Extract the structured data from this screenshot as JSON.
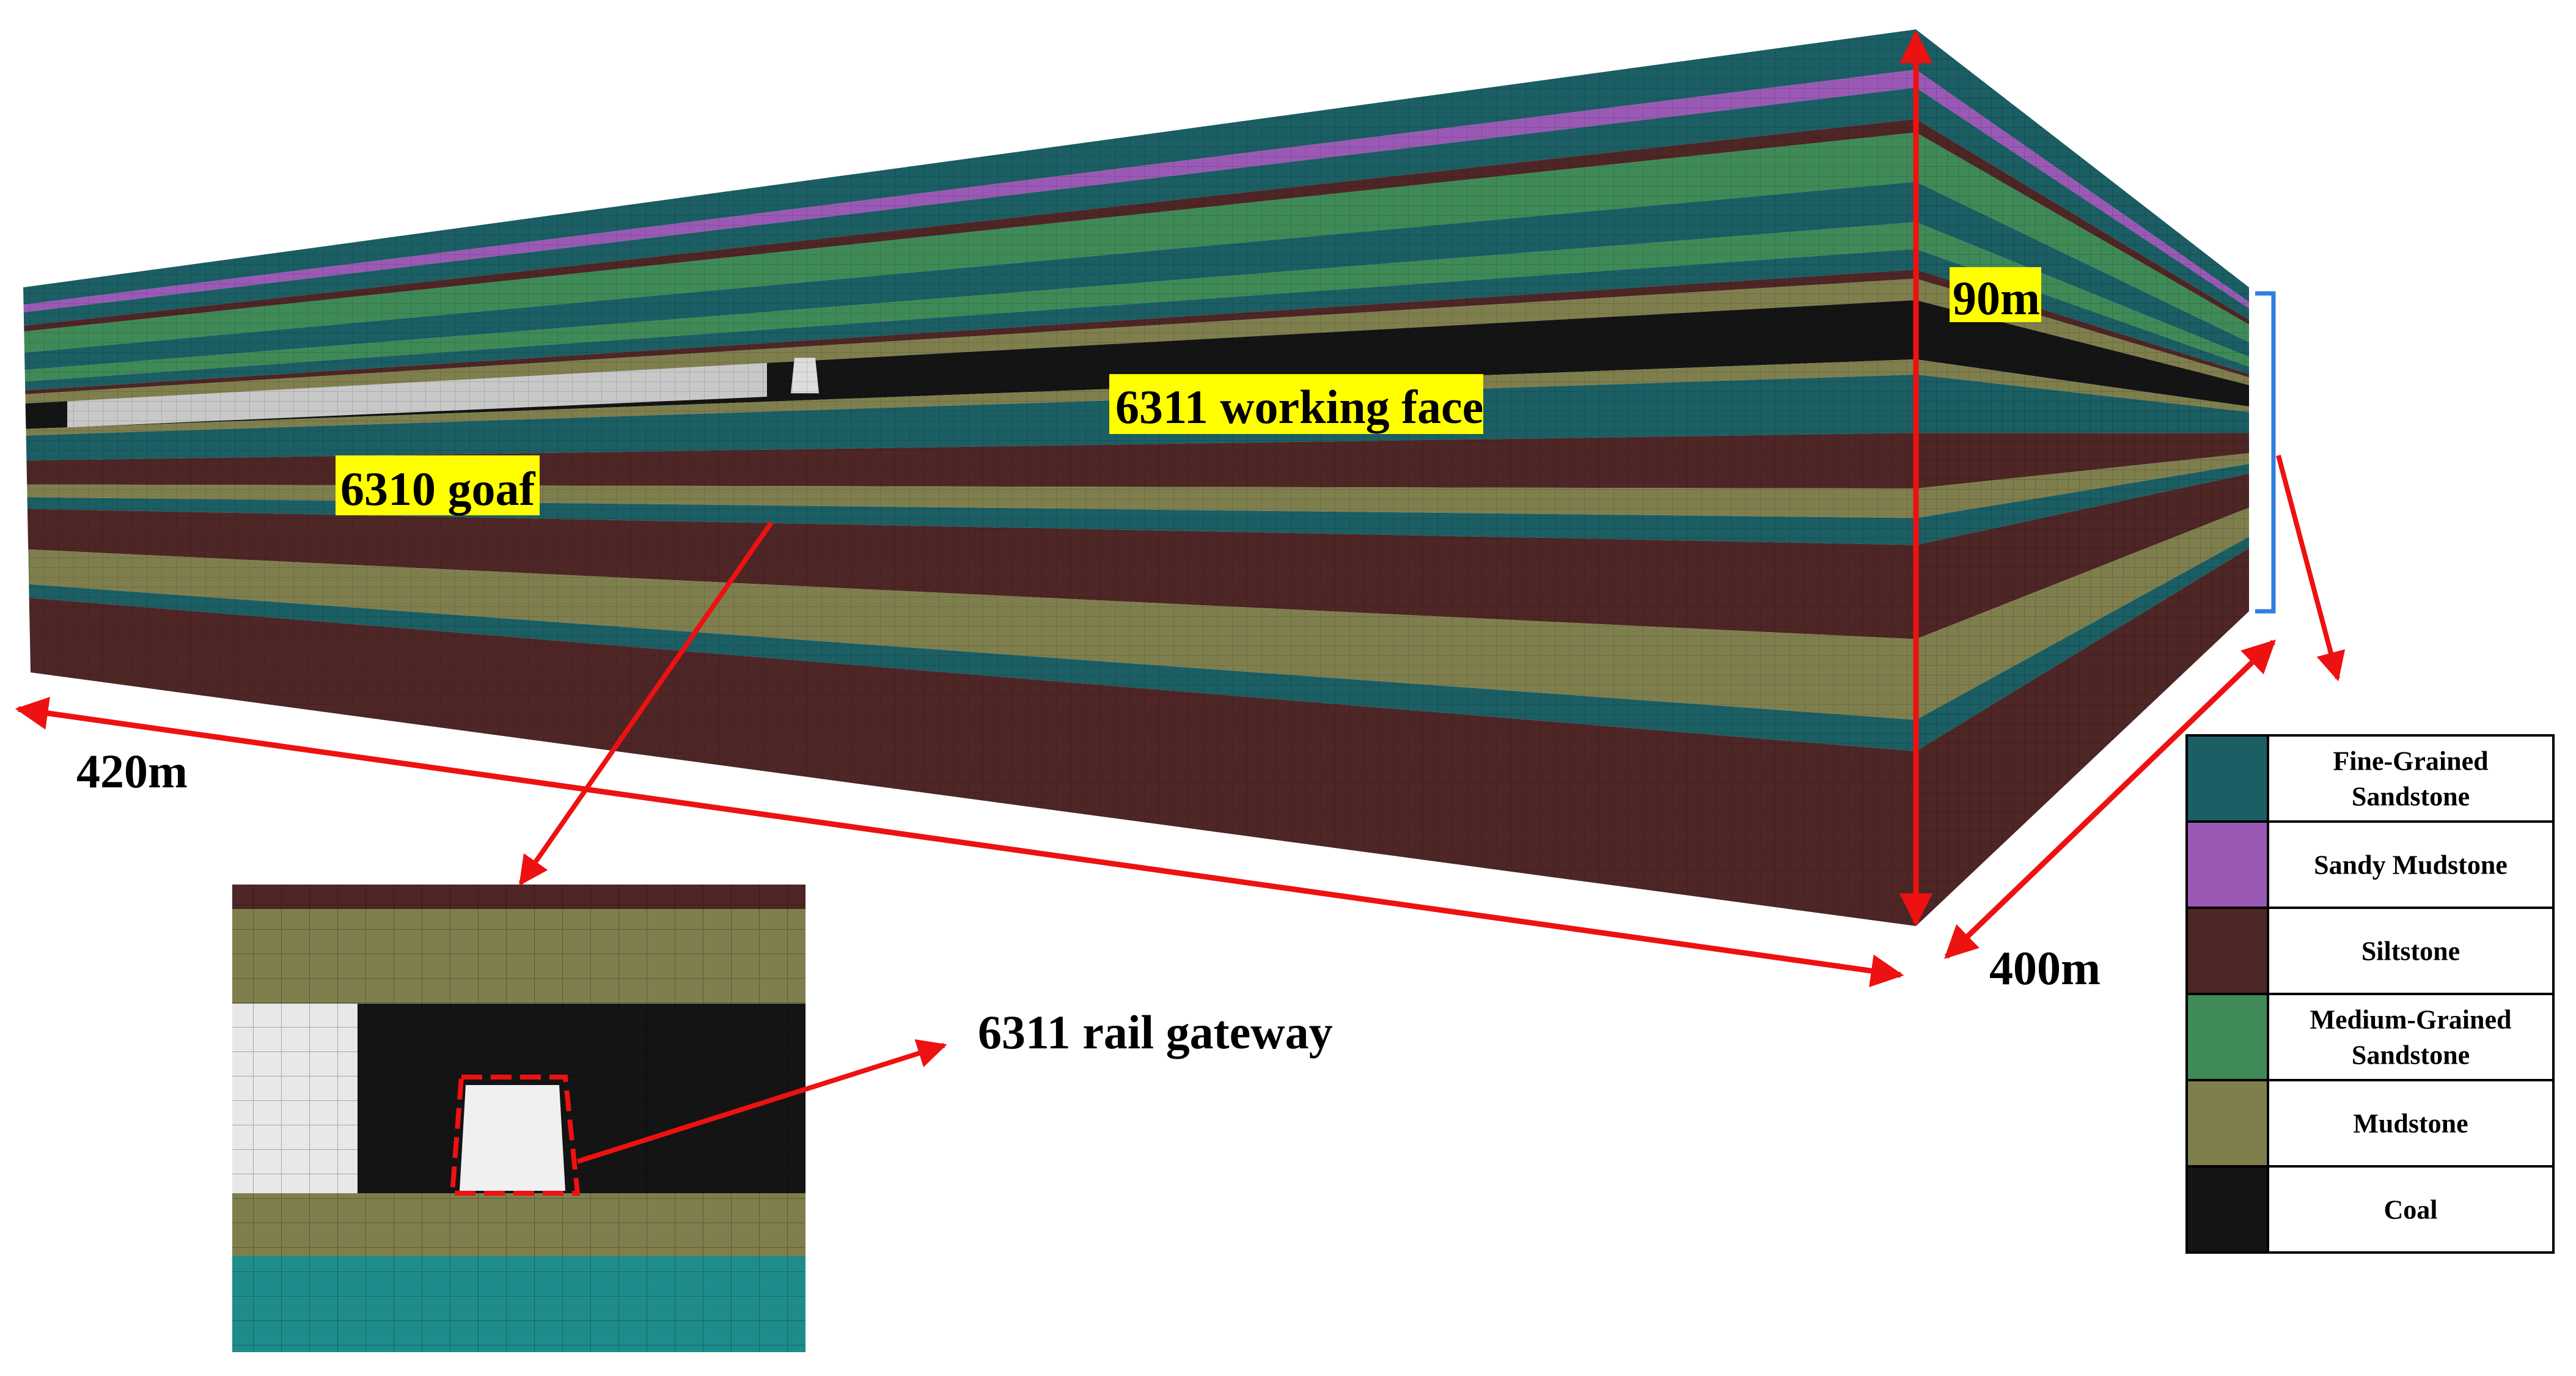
{
  "annotations": {
    "working_face": "6311 working face",
    "goaf": "6310 goaf",
    "height": "90m",
    "length": "420m",
    "width": "400m",
    "rail_gateway": "6311 rail gateway"
  },
  "legend": [
    {
      "lines": [
        "Fine-Grained",
        "Sandstone"
      ],
      "color": "#1b5e63"
    },
    {
      "lines": [
        "Sandy Mudstone"
      ],
      "color": "#9b59b6"
    },
    {
      "lines": [
        "Siltstone"
      ],
      "color": "#4e2626"
    },
    {
      "lines": [
        "Medium-Grained",
        "Sandstone"
      ],
      "color": "#3f8a57"
    },
    {
      "lines": [
        "Mudstone"
      ],
      "color": "#7f7f4e"
    },
    {
      "lines": [
        "Coal"
      ],
      "color": "#141414"
    }
  ],
  "colors": {
    "arrow": "#ee1111",
    "highlight": "#ffff00",
    "bracket": "#2f7fe0",
    "goaf": "#c8c8c8",
    "mesh_line": "#000000"
  }
}
